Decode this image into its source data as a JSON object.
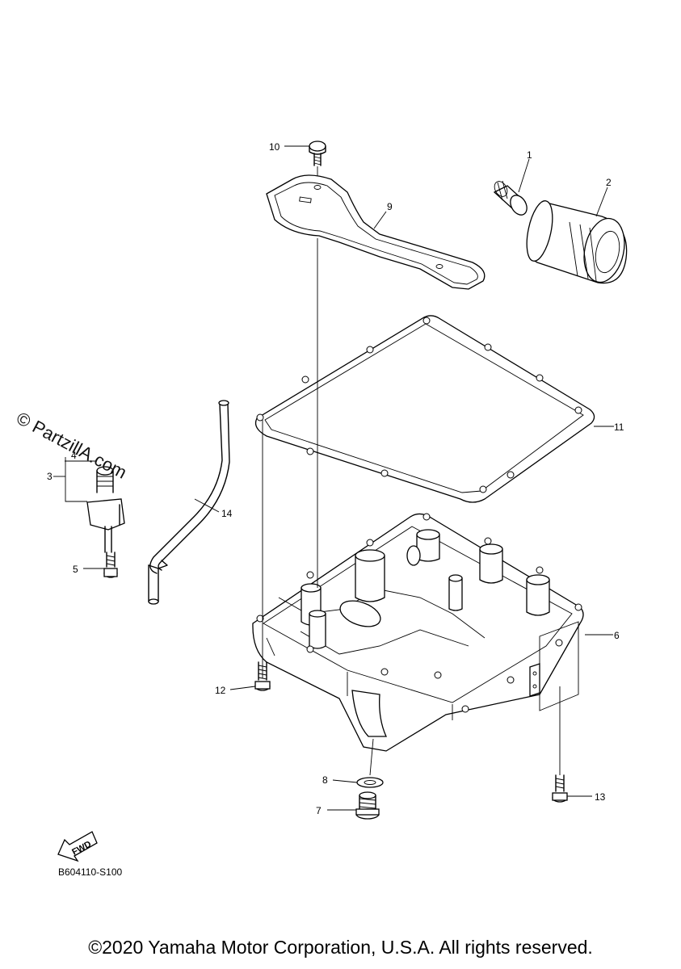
{
  "watermark": "© PartzillA.com",
  "ref_code": "B604110-S100",
  "fwd_label": "FWD",
  "copyright": "©2020 Yamaha Motor Corporation, U.S.A. All rights reserved.",
  "callouts": [
    "1",
    "2",
    "3",
    "4",
    "5",
    "6",
    "7",
    "8",
    "9",
    "10",
    "11",
    "12",
    "13",
    "14"
  ]
}
